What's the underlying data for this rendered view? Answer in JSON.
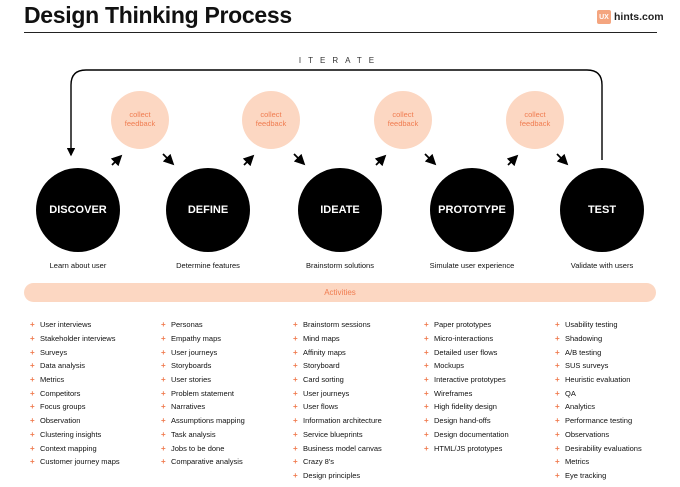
{
  "header": {
    "title": "Design Thinking Process",
    "brand_badge": "UX",
    "brand_name": "hints.com"
  },
  "iterate_label": "ITERATE",
  "feedback_label": "collect feedback",
  "stages": [
    {
      "name": "DISCOVER",
      "caption": "Learn about user"
    },
    {
      "name": "DEFINE",
      "caption": "Determine features"
    },
    {
      "name": "IDEATE",
      "caption": "Brainstorm solutions"
    },
    {
      "name": "PROTOTYPE",
      "caption": "Simulate user experience"
    },
    {
      "name": "TEST",
      "caption": "Validate with users"
    }
  ],
  "activities_label": "Activities",
  "activities": [
    [
      "User interviews",
      "Stakeholder interviews",
      "Surveys",
      "Data analysis",
      "Metrics",
      "Competitors",
      "Focus groups",
      "Observation",
      "Clustering insights",
      "Context mapping",
      "Customer journey maps"
    ],
    [
      "Personas",
      "Empathy maps",
      "User journeys",
      "Storyboards",
      "User stories",
      "Problem statement",
      "Narratives",
      "Assumptions mapping",
      "Task analysis",
      "Jobs to be done",
      "Comparative analysis"
    ],
    [
      "Brainstorm sessions",
      "Mind maps",
      "Affinity maps",
      "Storyboard",
      "Card sorting",
      "User journeys",
      "User flows",
      "Information architecture",
      "Service blueprints",
      "Business model canvas",
      "Crazy 8's",
      "Design principles"
    ],
    [
      "Paper prototypes",
      "Micro-interactions",
      "Detailed user flows",
      "Mockups",
      "Interactive prototypes",
      "Wireframes",
      "High fidelity design",
      "Design hand-offs",
      "Design documentation",
      "HTML/JS prototypes"
    ],
    [
      "Usability testing",
      "Shadowing",
      "A/B testing",
      "SUS surveys",
      "Heuristic evaluation",
      "QA",
      "Analytics",
      "Performance testing",
      "Observations",
      "Desirability evaluations",
      "Metrics",
      "Eye tracking"
    ]
  ],
  "colors": {
    "accent": "#f07c50",
    "accent_light": "#fcd7c2",
    "stage": "#000000"
  }
}
